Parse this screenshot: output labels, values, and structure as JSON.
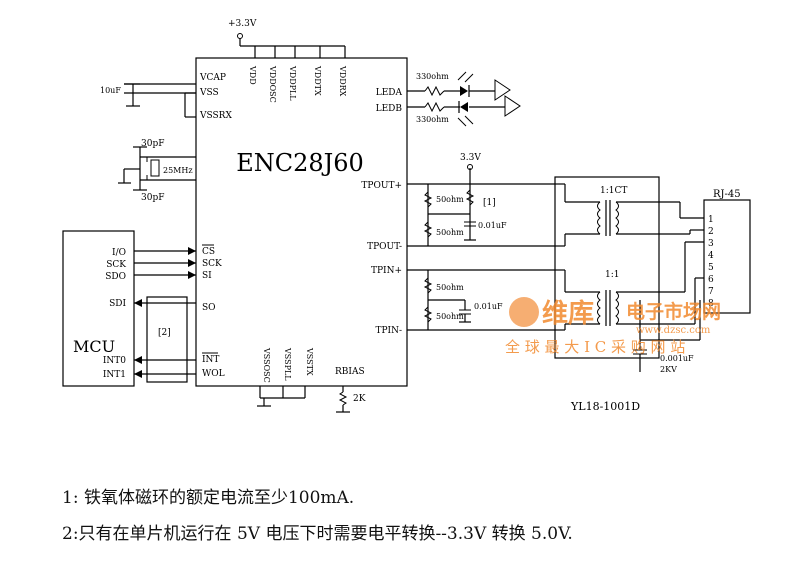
{
  "schematic": {
    "power_top": "+3.3V",
    "power_mid": "3.3V",
    "chip": {
      "name": "ENC28J60",
      "pins_left": [
        "VCAP",
        "VSS",
        "VSSRX",
        "CS",
        "SCK",
        "SI",
        "SO",
        "INT",
        "WOL"
      ],
      "pins_top": [
        "VDD",
        "VDDOSC",
        "VDDPLL",
        "VDDTX",
        "VDDRX"
      ],
      "pins_right": [
        "LEDA",
        "LEDB",
        "TPOUT+",
        "TPOUT-",
        "TPIN+",
        "TPIN-"
      ],
      "pins_bottom": [
        "VSSOSC",
        "VSSPLL",
        "VSSTX",
        "RBIAS"
      ]
    },
    "cap_vcap": "10uF",
    "crystal": "25MHz",
    "crystal_caps": [
      "30pF",
      "30pF"
    ],
    "led_resistors": [
      "330ohm",
      "330ohm"
    ],
    "tx_resistors": [
      "50ohm",
      "50ohm"
    ],
    "rx_resistors": [
      "50ohm",
      "50ohm"
    ],
    "tx_cap": "0.01uF",
    "rx_cap": "0.01uF",
    "ferrite_note_ref": "[1]",
    "rbias_res": "2K",
    "mcu": {
      "name": "MCU",
      "pins": [
        "I/O",
        "SCK",
        "SDO",
        "SDI",
        "INT0",
        "INT1"
      ]
    },
    "level_shifter_ref": "[2]",
    "transformer": {
      "tx_ratio": "1:1CT",
      "rx_ratio": "1:1",
      "part": "YL18-1001D"
    },
    "connector": {
      "name": "RJ-45",
      "pins": [
        "1",
        "2",
        "3",
        "4",
        "5",
        "6",
        "7",
        "8"
      ]
    },
    "hv_cap": [
      "0.001uF",
      "2KV"
    ]
  },
  "watermark": {
    "logo_text": "维库",
    "brand": "电子市场网",
    "url": "www.dzsc.com",
    "slogan": "全 球 最 大 I C 采 购 网 站"
  },
  "notes": [
    "1: 铁氧体磁环的额定电流至少100mA.",
    "2:只有在单片机运行在 5V 电压下时需要电平转换--3.3V 转换 5.0V."
  ]
}
